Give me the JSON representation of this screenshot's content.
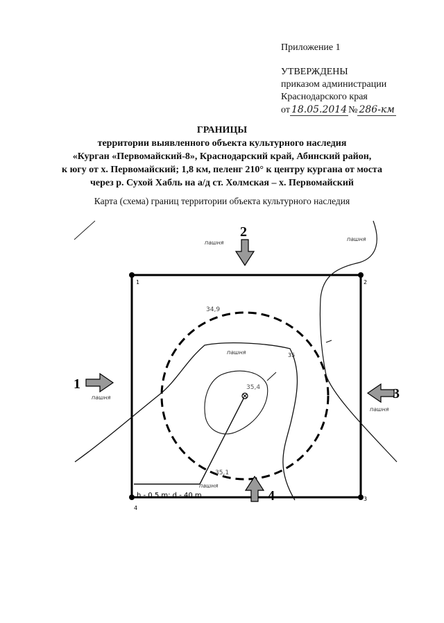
{
  "header": {
    "appendix": "Приложение 1",
    "approved_title": "УТВЕРЖДЕНЫ",
    "approved_line2": "приказом администрации",
    "approved_line3": "Краснодарского края",
    "date_prefix": "от",
    "date_value": "18.05.2014",
    "number_prefix": "№",
    "number_value": "286-км"
  },
  "title": {
    "line1": "ГРАНИЦЫ",
    "line2": "территории выявленного объекта культурного наследия",
    "line3": "«Курган «Первомайский-8», Краснодарский край, Абинский район,",
    "line4": "к югу от х. Первомайский; 1,8 км, пеленг 210° к центру кургана от моста",
    "line5": "через р. Сухой Хабль на а/д ст. Холмская – х. Первомайский"
  },
  "subtitle": "Карта (схема) границ территории объекта культурного наследия",
  "map": {
    "corner_labels": [
      "1",
      "2",
      "3",
      "4"
    ],
    "arrow_labels": [
      "1",
      "2",
      "3",
      "4"
    ],
    "land_label": "пашня",
    "elevations": [
      "34,9",
      "35",
      "35,4",
      "35,1"
    ],
    "scale_text": "h - 0,5 m; d - 40 m"
  }
}
